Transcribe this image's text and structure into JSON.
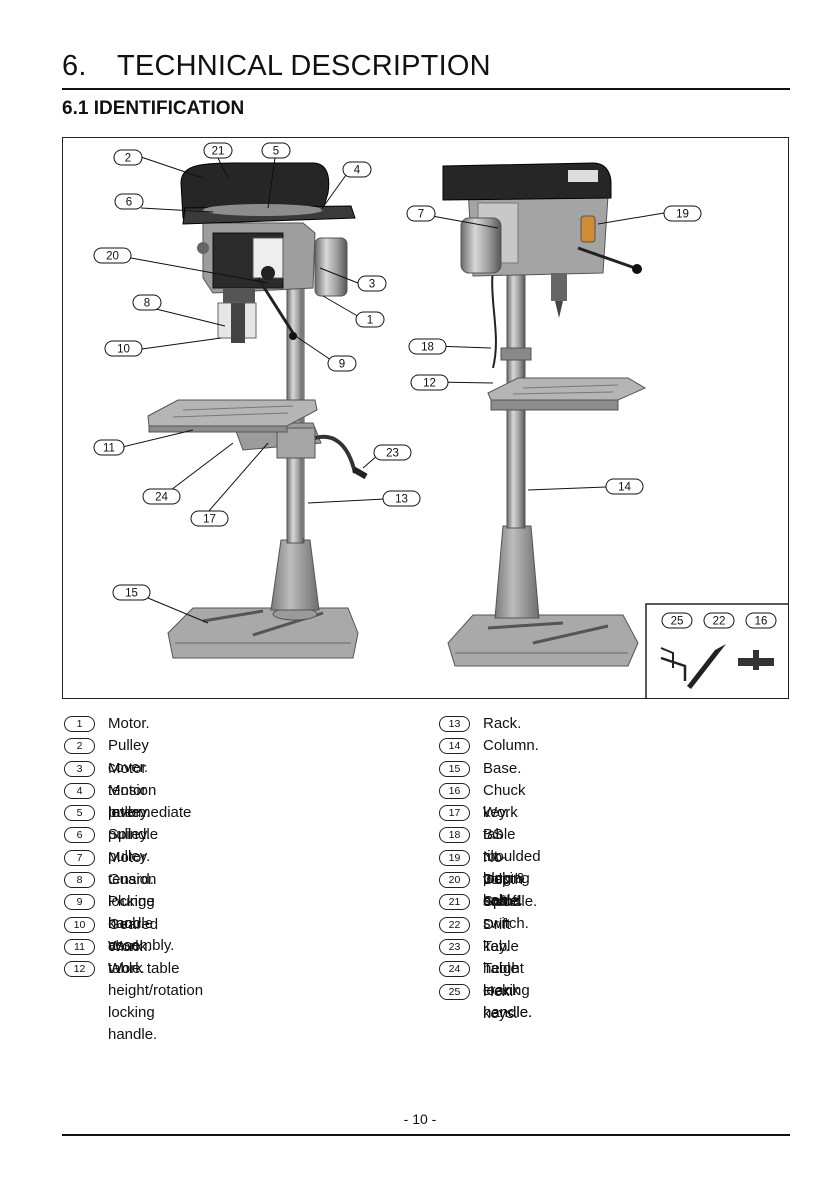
{
  "header": {
    "number": "6.",
    "title": "TECHNICAL DESCRIPTION",
    "section": "6.1 IDENTIFICATION"
  },
  "figure": {
    "callouts": [
      "2",
      "21",
      "5",
      "4",
      "6",
      "20",
      "3",
      "8",
      "1",
      "10",
      "9",
      "11",
      "23",
      "24",
      "13",
      "17",
      "15",
      "7",
      "19",
      "18",
      "12",
      "14",
      "25",
      "22",
      "16"
    ],
    "left_image": "pillar drill, front three-quarter view",
    "right_image": "pillar drill, rear three-quarter view",
    "inset_image": "accessories: hex keys, drift key, chuck key"
  },
  "legend_left": [
    {
      "num": "1",
      "label": "Motor."
    },
    {
      "num": "2",
      "label": "Pulley cover."
    },
    {
      "num": "3",
      "label": "Motor tension lever."
    },
    {
      "num": "4",
      "label": "Motor pulley."
    },
    {
      "num": "5",
      "label": "Intermediate pulley."
    },
    {
      "num": "6",
      "label": "Spindle pulley."
    },
    {
      "num": "7",
      "label": "Motor tension locking knob."
    },
    {
      "num": "8",
      "label": "Guard."
    },
    {
      "num": "9",
      "label": "Plunge handle assembly."
    },
    {
      "num": "10",
      "label": "Geared chuck."
    },
    {
      "num": "11",
      "label": "Work table."
    },
    {
      "num": "12",
      "label": "Work table height/rotation\nlocking handle."
    }
  ],
  "legend_right": [
    {
      "num": "13",
      "label": "Rack."
    },
    {
      "num": "14",
      "label": "Column."
    },
    {
      "num": "15",
      "label": "Base."
    },
    {
      "num": "16",
      "label": "Chuck key."
    },
    {
      "num": "17",
      "label": "Work table tilt locking bolt."
    },
    {
      "num": "18",
      "label": "BS moulded plug & cable."
    },
    {
      "num": "19",
      "label": "No-volt on/off switch."
    },
    {
      "num": "20",
      "label": "Depth scale."
    },
    {
      "num": "21",
      "label": "Spindle."
    },
    {
      "num": "22",
      "label": "Drift key."
    },
    {
      "num": "23",
      "label": "Table height crank handle."
    },
    {
      "num": "24",
      "label": "Table locking handle."
    },
    {
      "num": "25",
      "label": "Hex. keys."
    }
  ],
  "footer": {
    "page_number": "- 10 -"
  }
}
